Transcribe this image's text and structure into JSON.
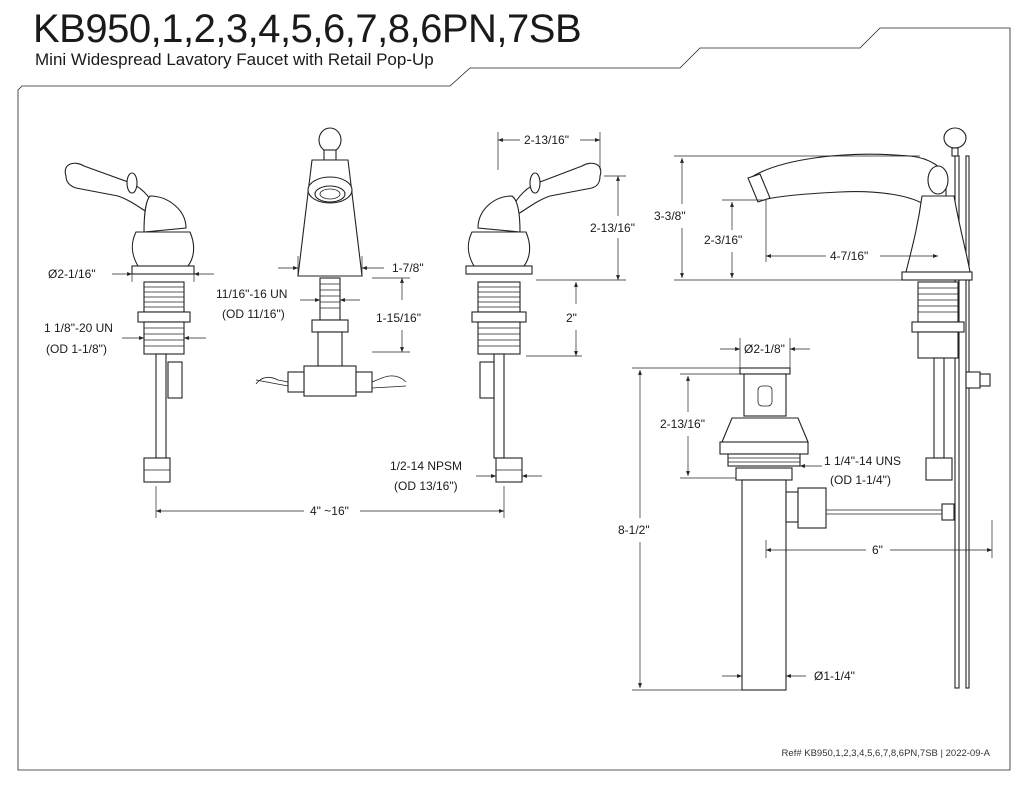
{
  "header": {
    "title": "KB950,1,2,3,4,5,6,7,8,6PN,7SB",
    "subtitle": "Mini Widespread Lavatory Faucet with Retail Pop-Up"
  },
  "dimensions": {
    "handle_dia": "Ø2-1/16\"",
    "handle_thread_1": "1 1/8\"-20 UN",
    "handle_thread_2": "(OD 1-1/8\")",
    "spout_thread_1": "11/16\"-16 UN",
    "spout_thread_2": "(OD 11/16\")",
    "spout_width": "1-7/8\"",
    "spout_shank": "1-15/16\"",
    "handle_top_width": "2-13/16\"",
    "handle_height": "2-13/16\"",
    "handle_shank": "2\"",
    "supply_thread_1": "1/2-14 NPSM",
    "supply_thread_2": "(OD 13/16\")",
    "spread": "4\" ~16\"",
    "spout_total_height": "3-3/8\"",
    "spout_outlet_height": "2-3/16\"",
    "spout_reach": "4-7/16\"",
    "popup_flange_dia": "Ø2-1/8\"",
    "popup_body_height": "2-13/16\"",
    "popup_thread_1": "1 1/4\"-14 UNS",
    "popup_thread_2": "(OD 1-1/4\")",
    "popup_total_height": "8-1/2\"",
    "popup_rod": "6\"",
    "tailpiece_dia": "Ø1-1/4\""
  },
  "footer": {
    "ref": "Ref# KB950,1,2,3,4,5,6,7,8,6PN,7SB | 2022-09-A"
  }
}
